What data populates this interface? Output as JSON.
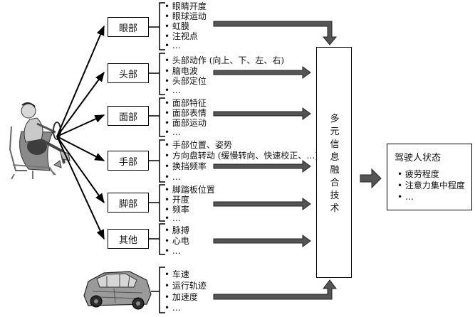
{
  "categories": [
    {
      "id": "eye",
      "label": "眼部",
      "items": [
        "眼睛开度",
        "眼球运动",
        "虹膜",
        "注视点",
        "…"
      ]
    },
    {
      "id": "head",
      "label": "头部",
      "items": [
        "头部动作 (向上、下、左、右)",
        "脑电波",
        "头部定位",
        "…"
      ]
    },
    {
      "id": "face",
      "label": "面部",
      "items": [
        "面部特征",
        "面部表情",
        "面部运动",
        "…"
      ]
    },
    {
      "id": "hand",
      "label": "手部",
      "items": [
        "手部位置、姿势",
        "方向盘转动 (缓慢转向、快速校正、…)",
        "换挡频率",
        "…"
      ]
    },
    {
      "id": "foot",
      "label": "脚部",
      "items": [
        "脚踏板位置",
        "开度",
        "频率",
        "…"
      ]
    },
    {
      "id": "other",
      "label": "其他",
      "items": [
        "脉搏",
        "心电",
        "…"
      ]
    }
  ],
  "vehicle": {
    "items": [
      "车速",
      "运行轨迹",
      "加速度",
      "…"
    ]
  },
  "fusion": {
    "label": "多元信息融合技术"
  },
  "state": {
    "title": "驾驶人状态",
    "items": [
      "疲劳程度",
      "注意力集中程度",
      "…"
    ]
  }
}
